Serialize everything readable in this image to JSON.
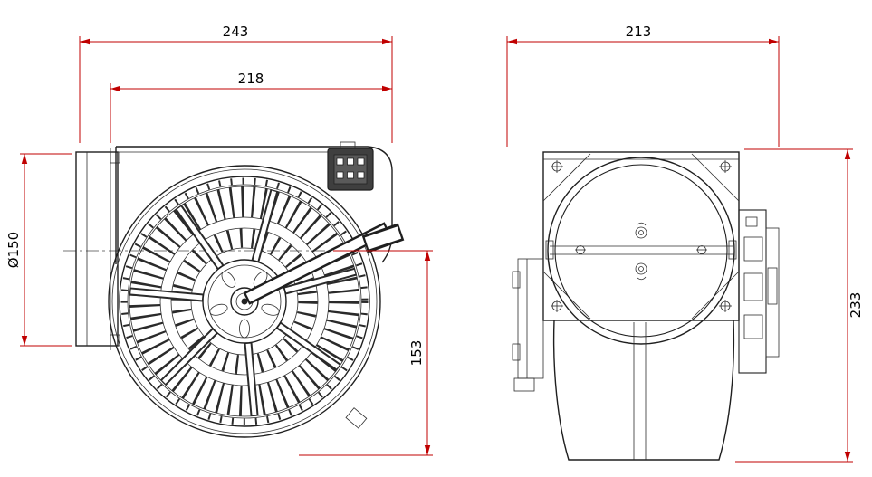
{
  "drawing": {
    "kind": "technical-dimension-drawing",
    "subject": "centrifugal blower fan, two orthographic views",
    "colors": {
      "background": "#ffffff",
      "outline": "#1f1f1f",
      "dimension": "#c00000",
      "text": "#000000"
    },
    "views": {
      "side": {
        "name": "side view",
        "dimensions": {
          "overall_width": "243",
          "housing_width": "218",
          "outlet_diameter": "Ø150",
          "axis_to_base": "153"
        }
      },
      "front": {
        "name": "front view",
        "dimensions": {
          "overall_width": "213",
          "overall_height": "233"
        }
      }
    }
  }
}
